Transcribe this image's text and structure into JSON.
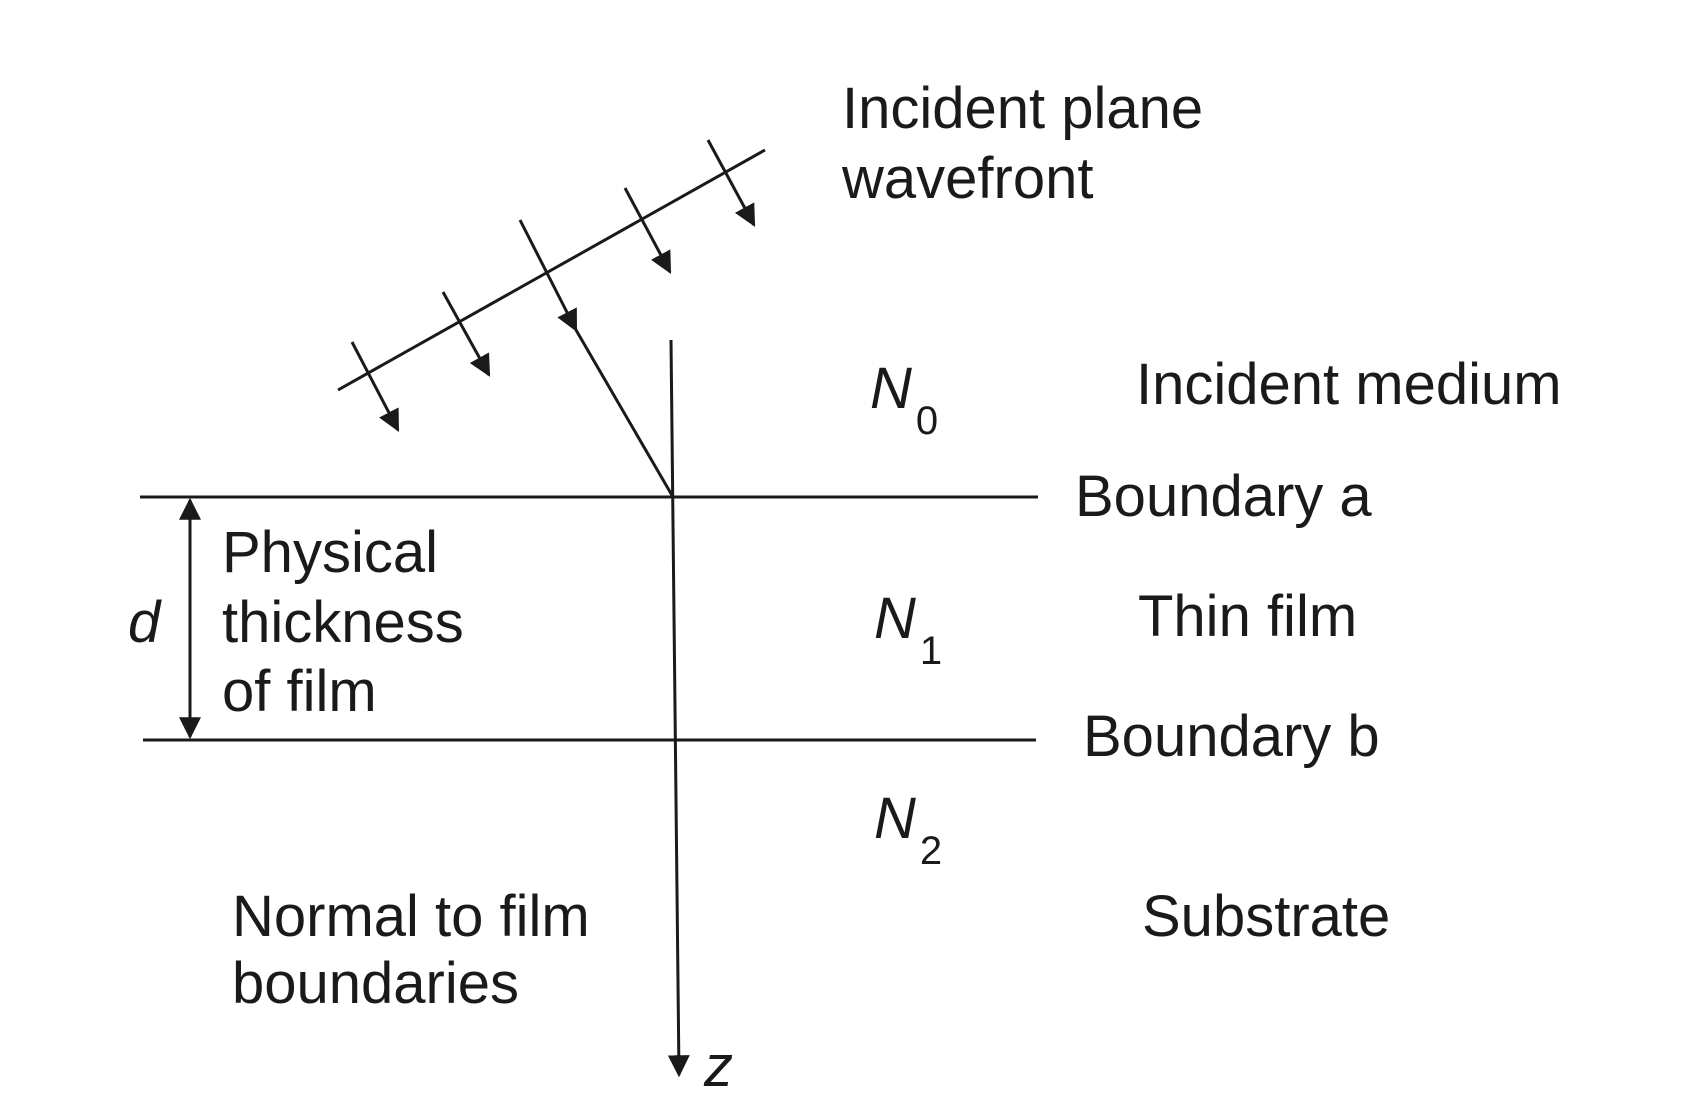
{
  "diagram": {
    "wavefront_label_line1": "Incident plane",
    "wavefront_label_line2": "wavefront",
    "medium_labels": {
      "incident": "Incident medium",
      "film": "Thin film",
      "substrate": "Substrate"
    },
    "boundary_labels": {
      "a": "Boundary a",
      "b": "Boundary b"
    },
    "indices": [
      {
        "symbol": "N",
        "subscript": "0"
      },
      {
        "symbol": "N",
        "subscript": "1"
      },
      {
        "symbol": "N",
        "subscript": "2"
      }
    ],
    "thickness": {
      "symbol": "d",
      "line1": "Physical",
      "line2": "thickness",
      "line3": "of film"
    },
    "normal_label_line1": "Normal to film",
    "normal_label_line2": "boundaries",
    "axis_label": "z"
  },
  "colors": {
    "ink": "#1a1a1a",
    "background": "#ffffff"
  }
}
